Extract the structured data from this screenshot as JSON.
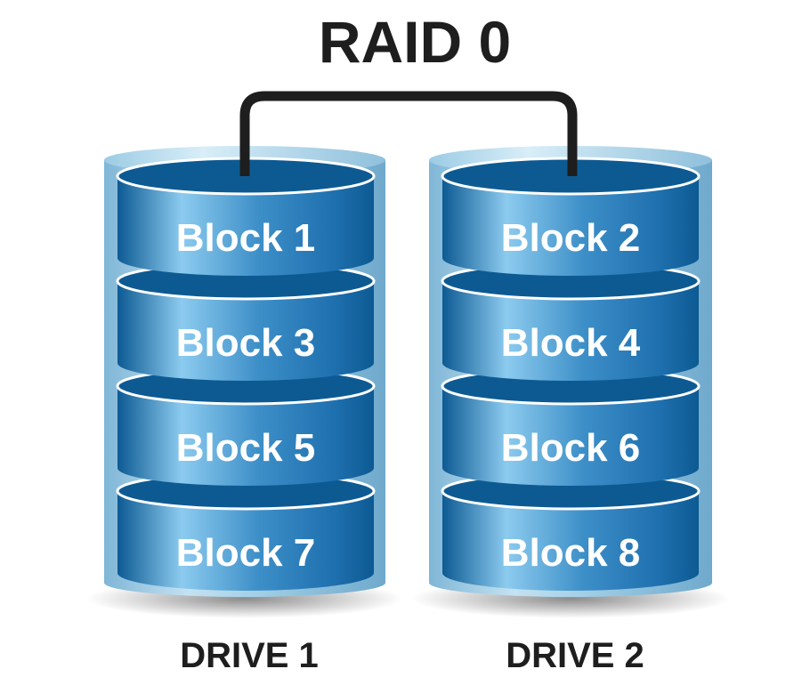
{
  "title": "RAID 0",
  "colors": {
    "disk_dark": "#0d5a93",
    "disk_mid": "#2f86c4",
    "disk_light": "#8ccbef",
    "outer_light": "#c4e2f2",
    "outer_mid": "#7fb6d6",
    "bracket": "#1e1e1e",
    "text_dark": "#1e1e1e",
    "text_light": "#ffffff"
  },
  "drives": [
    {
      "label": "DRIVE 1",
      "blocks": [
        "Block 1",
        "Block 3",
        "Block 5",
        "Block 7"
      ]
    },
    {
      "label": "DRIVE 2",
      "blocks": [
        "Block 2",
        "Block 4",
        "Block 6",
        "Block 8"
      ]
    }
  ]
}
